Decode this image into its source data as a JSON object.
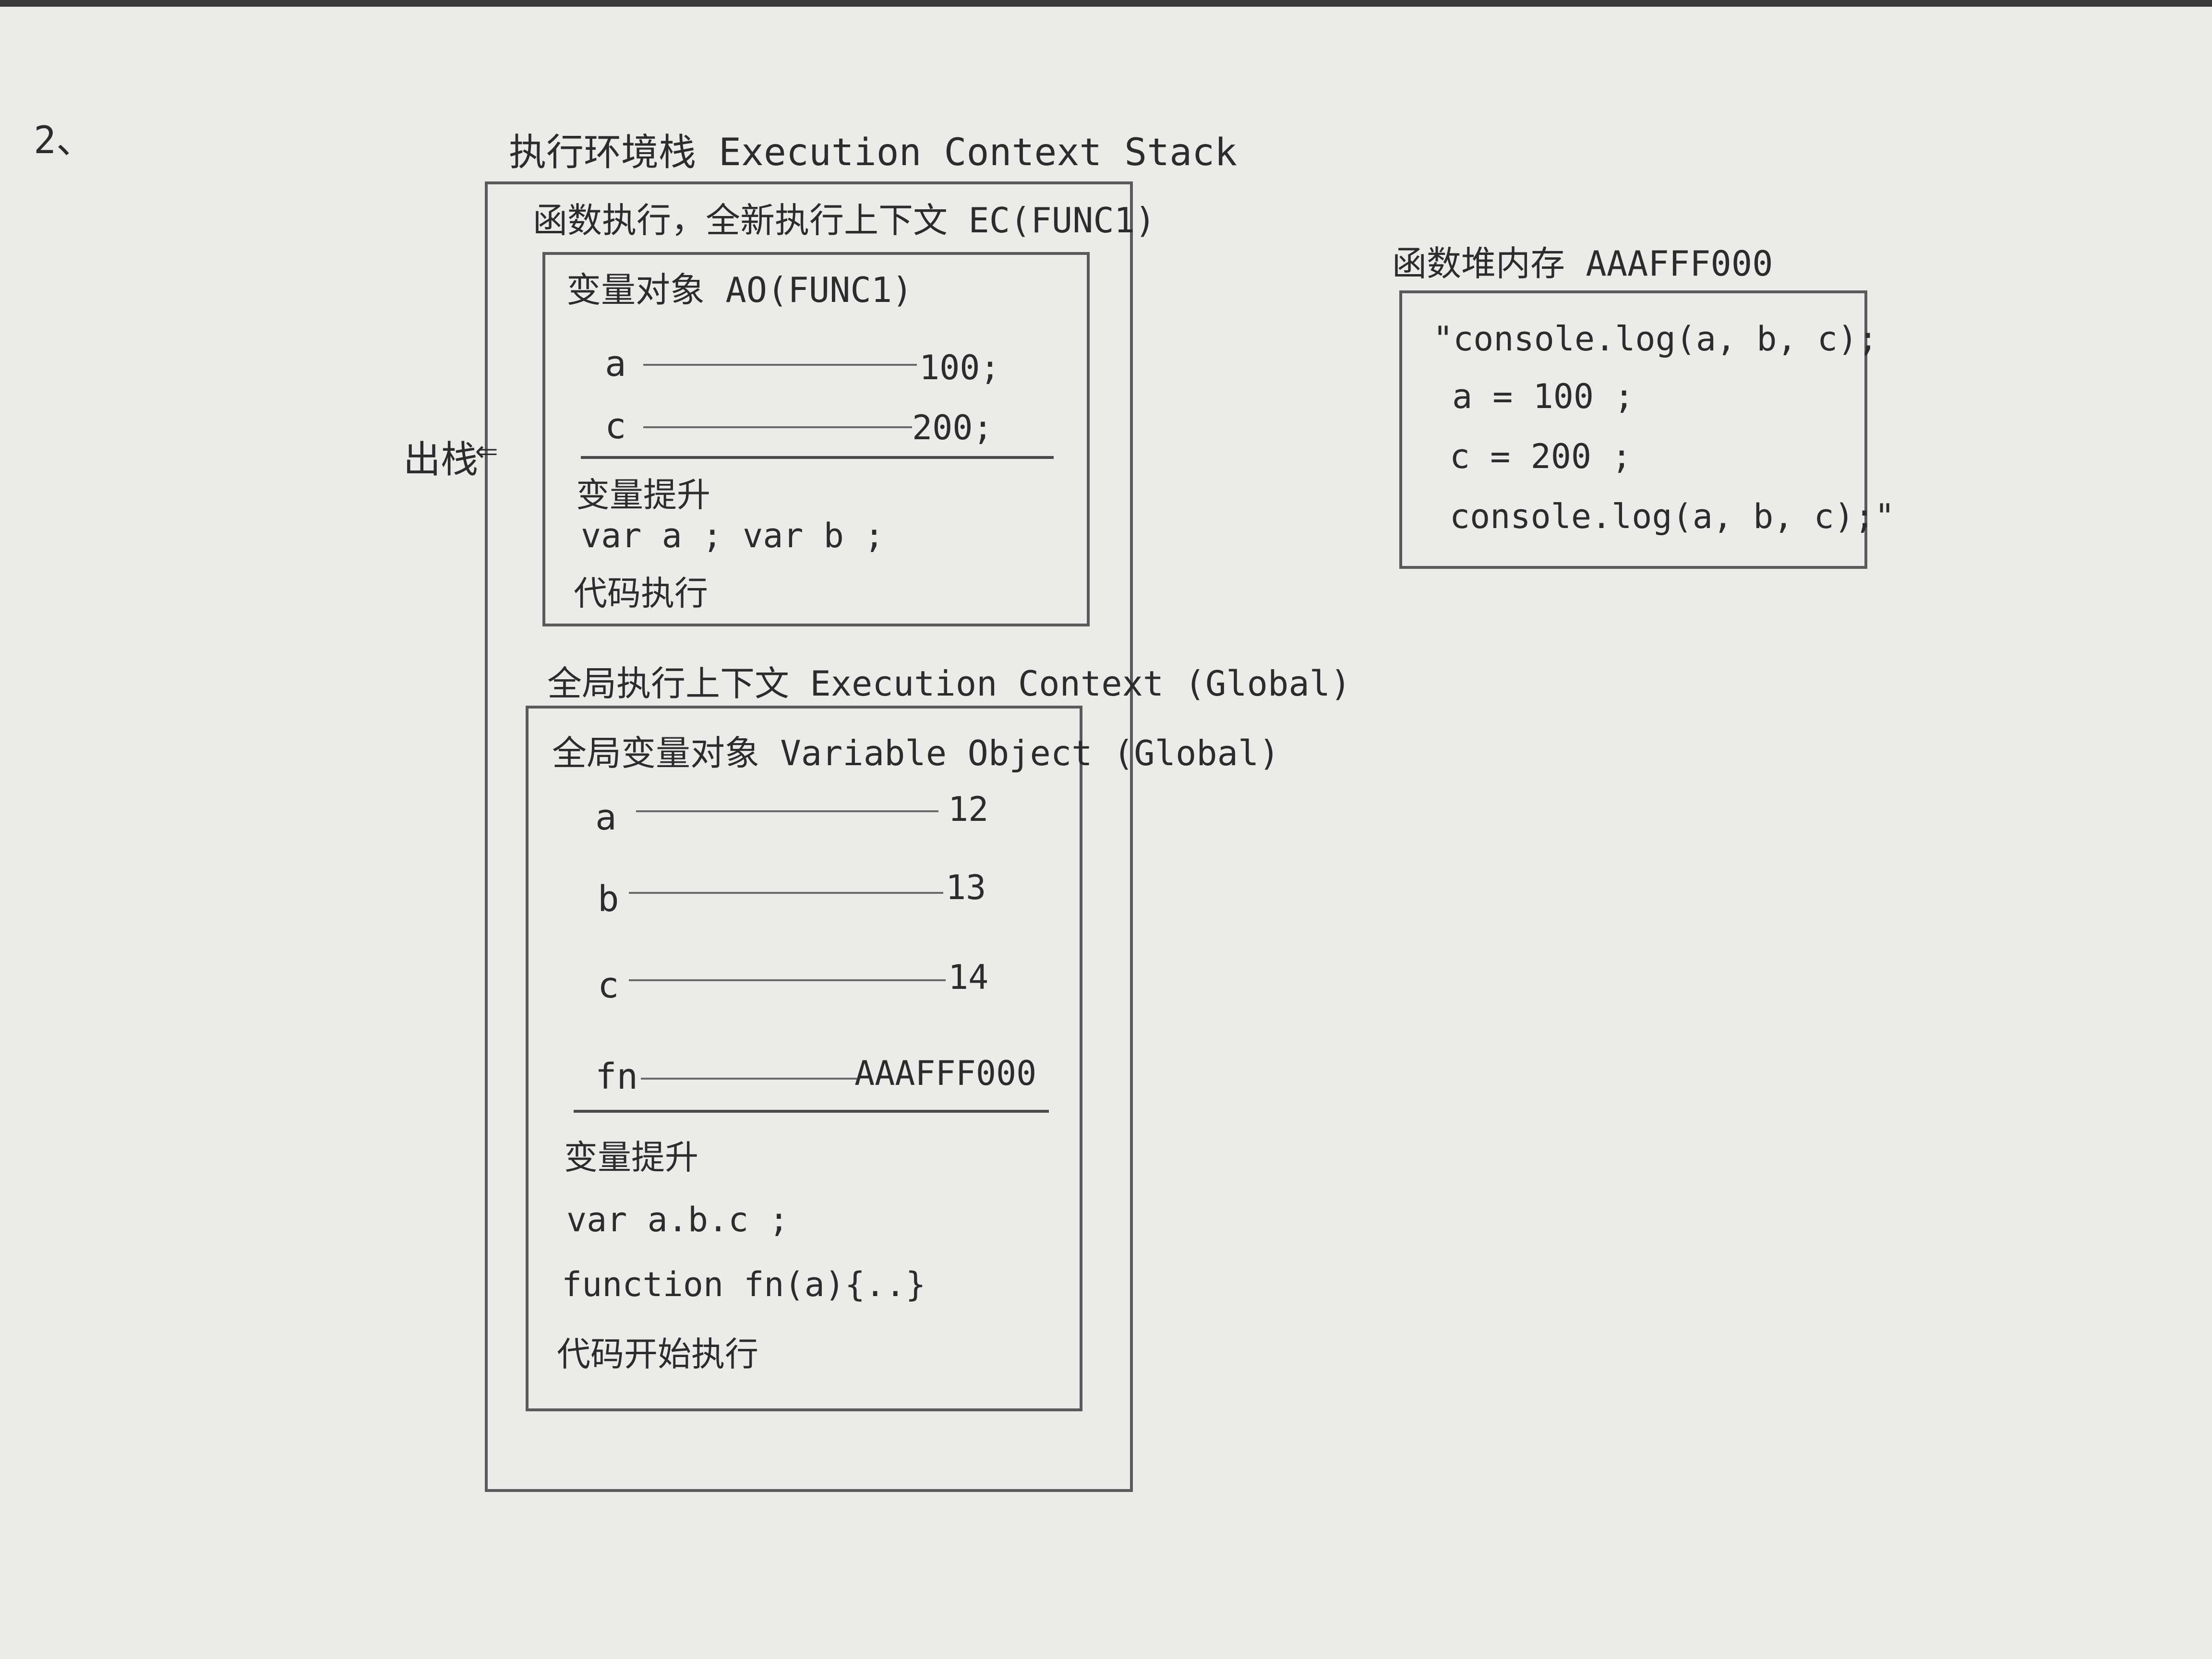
{
  "step_number": "2、",
  "stack": {
    "title": "执行环境栈 Execution Context Stack",
    "pop_label": "出栈",
    "pop_arrow": "⇐",
    "func_ec": {
      "title": "函数执行，全新执行上下文 EC(FUNC1)",
      "ao_title": "变量对象 AO(FUNC1)",
      "vars": [
        {
          "name": "a",
          "value": "100;"
        },
        {
          "name": "c",
          "value": "200;"
        }
      ],
      "hoisting_title": "变量提升",
      "hoisting_code": "var a ;   var b ;",
      "exec_label": "代码执行"
    },
    "global_ec": {
      "title": "全局执行上下文 Execution Context (Global)",
      "vo_title": "全局变量对象 Variable Object (Global)",
      "vars": [
        {
          "name": "a",
          "value": "12"
        },
        {
          "name": "b",
          "value": "13"
        },
        {
          "name": "c",
          "value": "14"
        },
        {
          "name": "fn",
          "value": "AAAFFF000"
        }
      ],
      "hoisting_title": "变量提升",
      "hoisting_code_1": "var a.b.c ;",
      "hoisting_code_2": "function fn(a){..}",
      "exec_label": "代码开始执行"
    }
  },
  "heap": {
    "title": "函数堆内存 AAAFFF000",
    "code_lines": [
      "\"console.log(a, b, c);",
      "a = 100 ;",
      "c = 200 ;",
      "console.log(a, b, c);\""
    ]
  }
}
